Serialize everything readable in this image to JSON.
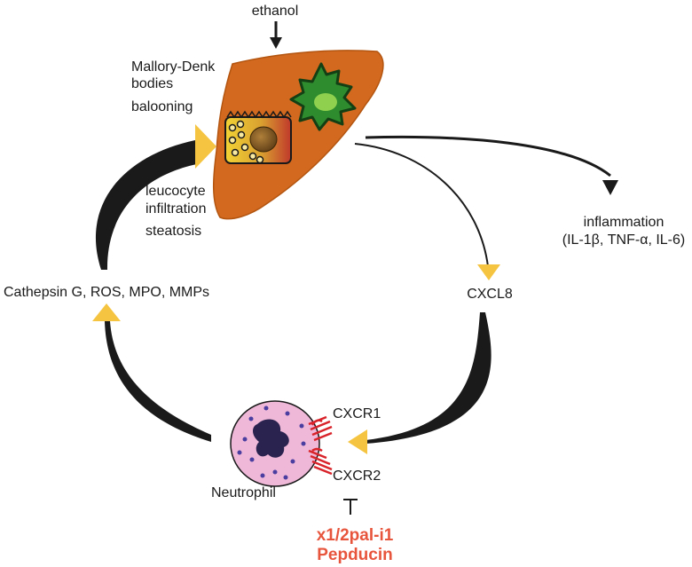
{
  "labels": {
    "ethanol": "ethanol",
    "mallory_line1": "Mallory-Denk",
    "mallory_line2": "bodies",
    "ballooning": "balooning",
    "leucocyte_line1": "leucocyte",
    "leucocyte_line2": "infiltration",
    "steatosis": "steatosis",
    "inflammation_line1": "inflammation",
    "inflammation_line2": "(IL-1β, TNF-α, IL-6)",
    "cxcl8": "CXCL8",
    "cathepsin": "Cathepsin G, ROS, MPO, MMPs",
    "cxcr1": "CXCR1",
    "cxcr2": "CXCR2",
    "neutrophil": "Neutrophil",
    "pepducin_line1": "x1/2pal-i1",
    "pepducin_line2": "Pepducin"
  },
  "colors": {
    "liver": "#d2691e",
    "kupffer_cell": "#2e8b2e",
    "hepatocyte_fat": "#f2d335",
    "arrowhead": "#f5c542",
    "neutrophil_body": "#f0b8d8",
    "nucleus": "#2a2350",
    "receptor": "#d9232a",
    "inhibitor_text": "#e8553d"
  }
}
